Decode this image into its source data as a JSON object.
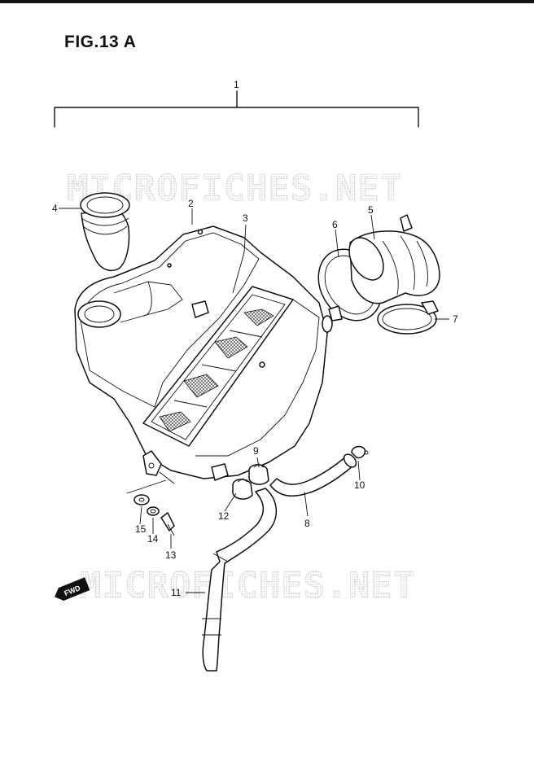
{
  "figure": {
    "title": "FIG.13 A",
    "fwd_label": "FWD"
  },
  "watermark": {
    "text": "MICROFICHES.NET"
  },
  "callouts": [
    {
      "label": "1"
    },
    {
      "label": "2"
    },
    {
      "label": "3"
    },
    {
      "label": "4"
    },
    {
      "label": "5"
    },
    {
      "label": "6"
    },
    {
      "label": "7"
    },
    {
      "label": "8"
    },
    {
      "label": "9"
    },
    {
      "label": "10"
    },
    {
      "label": "11"
    },
    {
      "label": "12"
    },
    {
      "label": "13"
    },
    {
      "label": "14"
    },
    {
      "label": "15"
    }
  ]
}
